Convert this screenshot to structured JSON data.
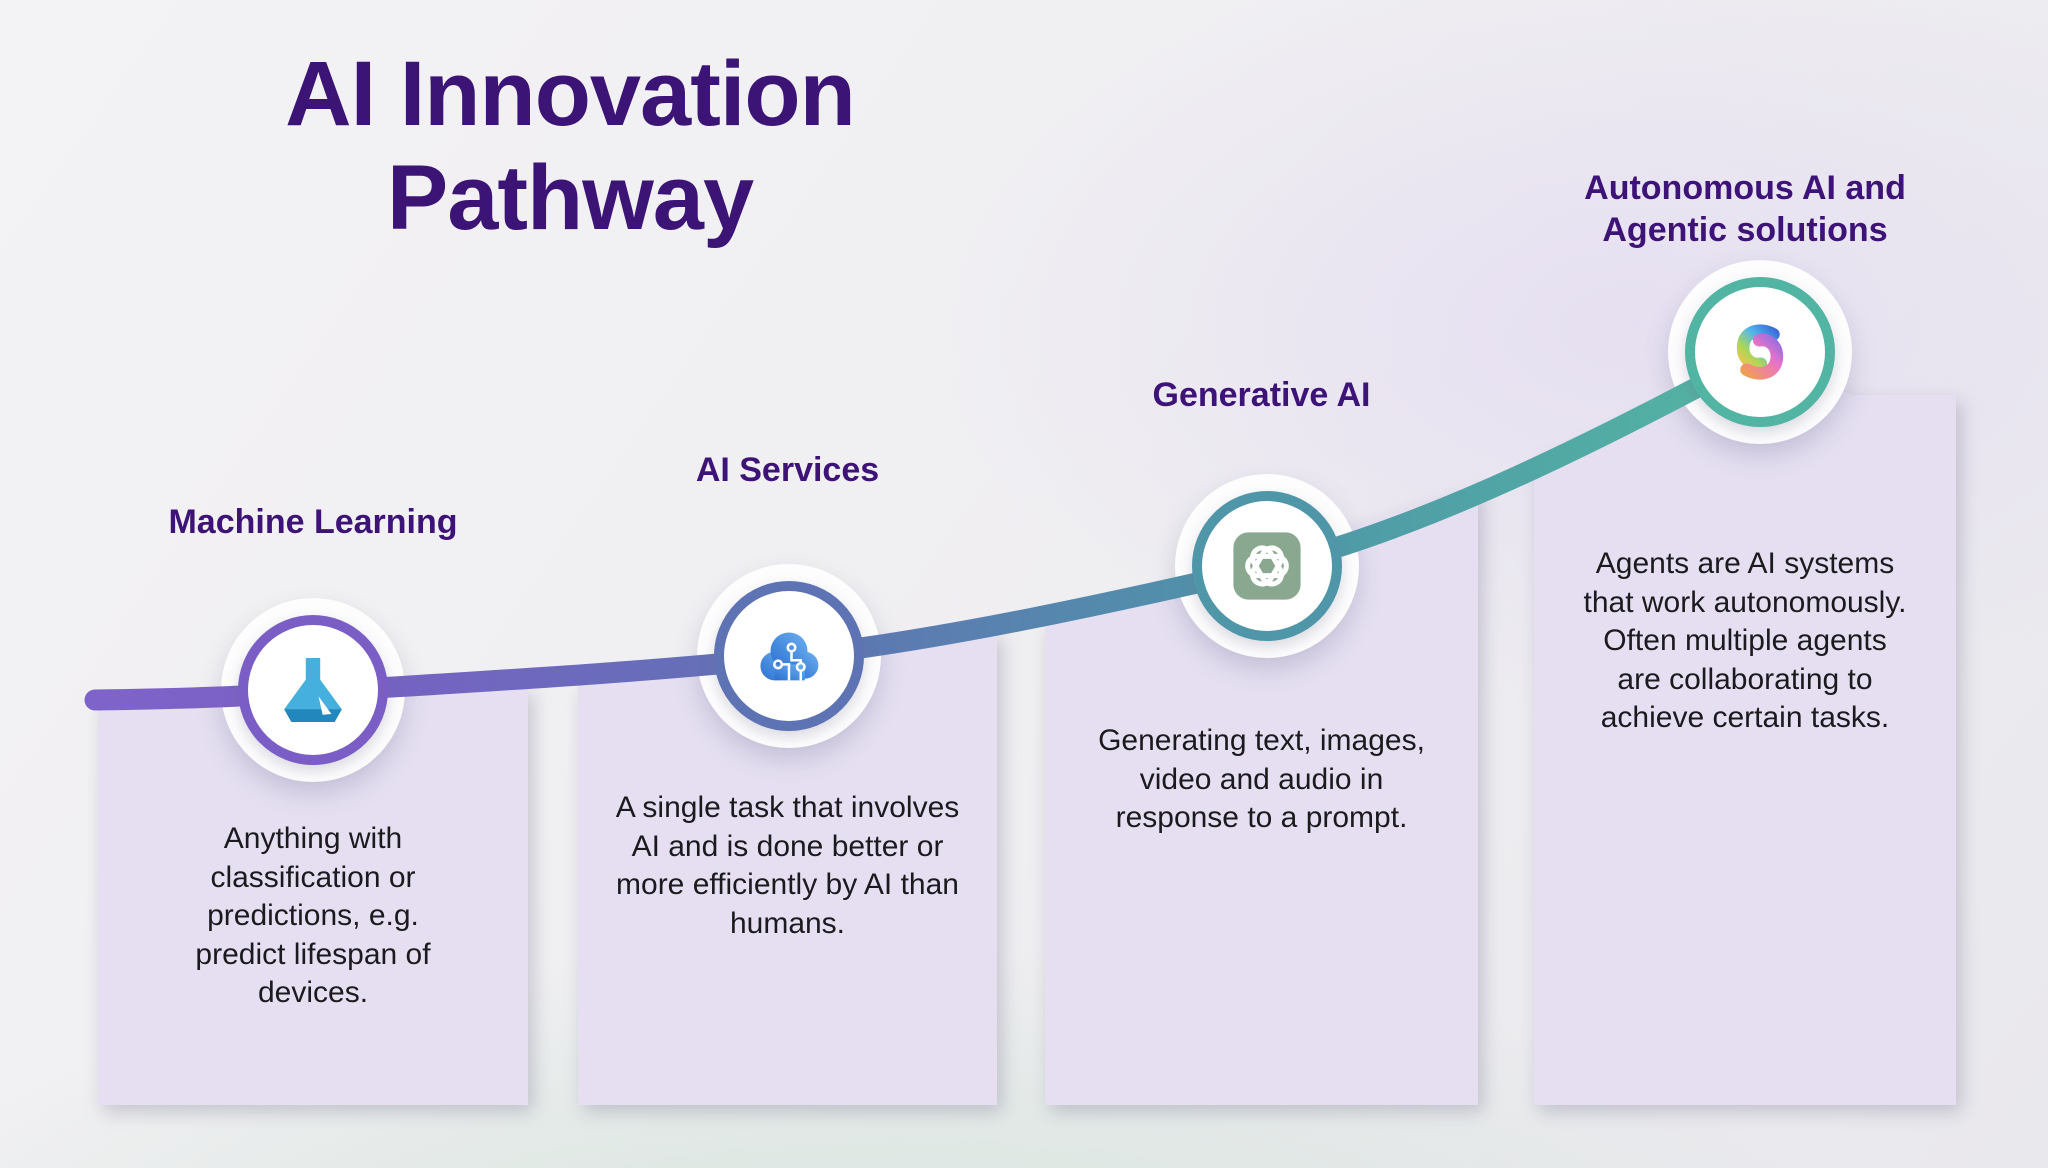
{
  "title": "AI Innovation\nPathway",
  "stages": [
    {
      "heading": "Machine Learning",
      "description": "Anything with\nclassification or\npredictions, e.g.\npredict lifespan of\ndevices.",
      "icon": "azure-machine-learning-icon",
      "accent_color": "#7a5ec6"
    },
    {
      "heading": "AI Services",
      "description": "A single task that involves\nAI and is done better or\nmore efficiently by AI than\nhumans.",
      "icon": "ai-cloud-icon",
      "accent_color": "#5e73b4"
    },
    {
      "heading": "Generative AI",
      "description": "Generating text, images,\nvideo and audio in\nresponse to a prompt.",
      "icon": "openai-icon",
      "accent_color": "#4e96a8"
    },
    {
      "heading": "Autonomous AI and\nAgentic solutions",
      "description": "Agents are AI systems\nthat work autonomously.\nOften multiple agents\nare collaborating to\nachieve certain tasks.",
      "icon": "copilot-icon",
      "accent_color": "#52b4a2"
    }
  ],
  "pathway": {
    "shape": "ascending curve, left to right",
    "gradient": [
      "#7e64c8",
      "#6073b4",
      "#4e96a8",
      "#54b5a2"
    ]
  },
  "colors": {
    "background": "#f0eff2",
    "card_background": "#e5dff1",
    "heading_text": "#3b1476",
    "body_text": "#1b1b1f"
  }
}
